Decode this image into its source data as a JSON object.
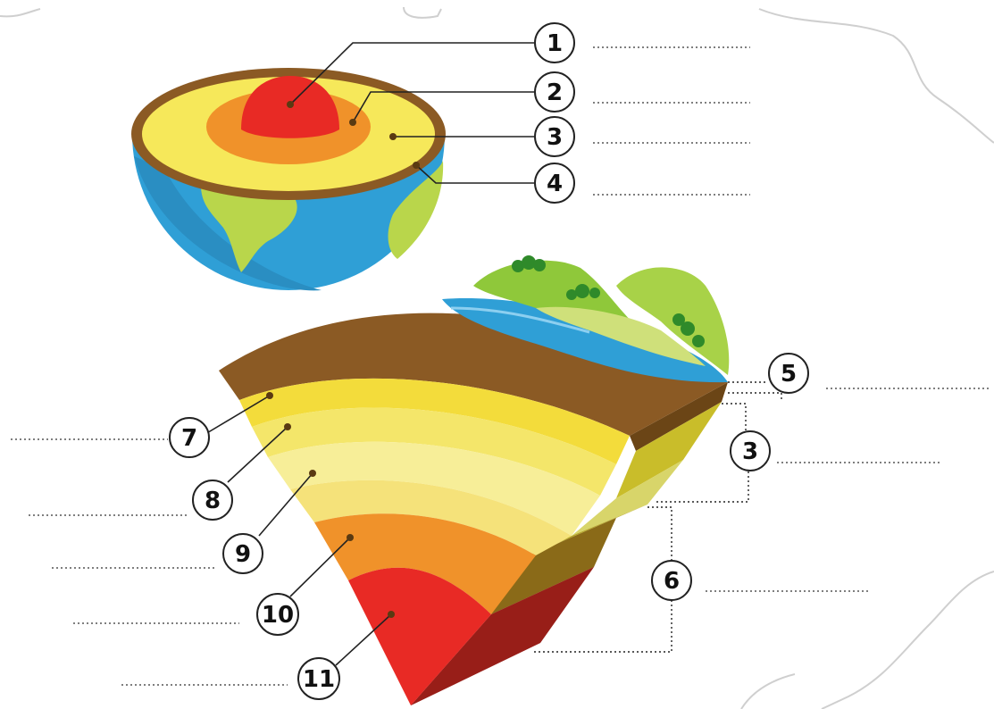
{
  "markers": {
    "m1": "1",
    "m2": "2",
    "m3a": "3",
    "m4": "4",
    "m5": "5",
    "m3b": "3",
    "m6": "6",
    "m7": "7",
    "m8": "8",
    "m9": "9",
    "m10": "10",
    "m11": "11"
  },
  "colors": {
    "inner_core": "#e82a25",
    "outer_core": "#f0922a",
    "mantle": "#f6e85a",
    "crust": "#8b5a24",
    "ocean": "#2f9fd6",
    "land": "#b9d64b"
  },
  "answer_blanks": [
    "",
    "",
    "",
    "",
    "",
    "",
    "",
    "",
    "",
    "",
    "",
    ""
  ]
}
